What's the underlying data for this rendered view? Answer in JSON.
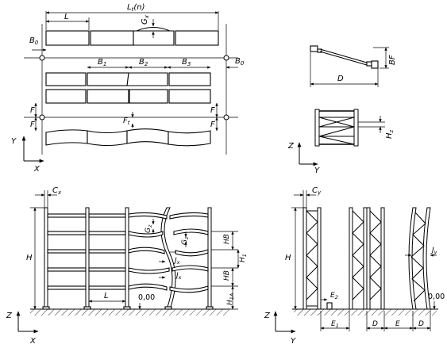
{
  "labels": {
    "L": "L",
    "Lt": "L",
    "Lt_sub": "t",
    "Lt_suffix": "(n)",
    "G": "G",
    "G_sub_x": "x",
    "G_sub_z": "z",
    "B": "B",
    "B0_sub": "0",
    "B1_sub": "1",
    "B2_sub": "2",
    "B3_sub": "3",
    "F": "F",
    "Ft_sub": "t",
    "BF": "BF",
    "D": "D",
    "H": "H",
    "Hz_sub": "z",
    "HB": "HB",
    "H1_sub": "1",
    "H1A_sub": "1A",
    "C": "C",
    "Cx_sub": "x",
    "Cy_sub": "y",
    "J": "J",
    "Jx_sub": "x",
    "Jy_sub": "y",
    "E": "E",
    "E1_sub": "1",
    "E2_sub": "2",
    "zero_level": "0,00"
  },
  "axes": {
    "X": "X",
    "Y": "Y",
    "Z": "Z"
  }
}
